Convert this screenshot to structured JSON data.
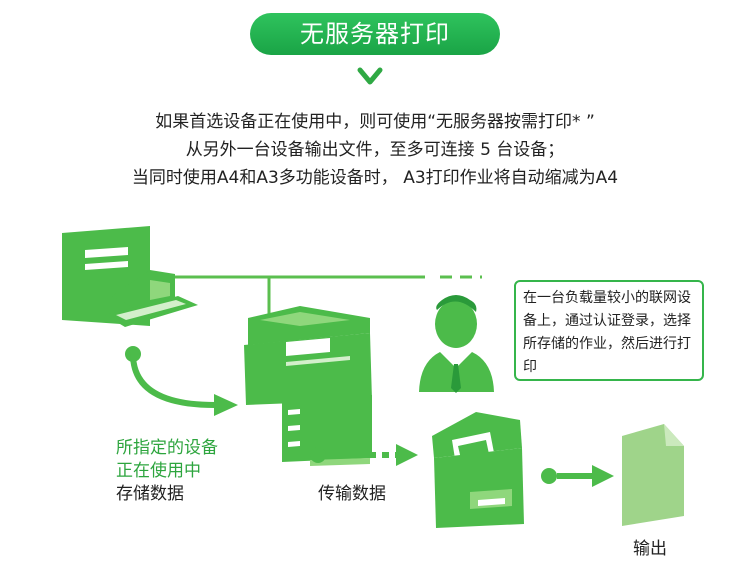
{
  "title": "无服务器打印",
  "intro": [
    "如果首选设备正在使用中，则可使用“无服务器按需打印* ”",
    "从另外一台设备输出文件，至多可连接 5 台设备；",
    "当同时使用A4和A3多功能设备时， A3打印作业将自动缩减为A4"
  ],
  "callout": "在一台负载量较小的联网设备上，通过认证登录，选择所存储的作业，然后进行打印",
  "labels": {
    "stored_line1": "所指定的设备",
    "stored_line2": "正在使用中",
    "stored_line3": "存储数据",
    "transfer": "传输数据",
    "output": "输出"
  },
  "icons": {
    "pc": "desktop-computer-icon",
    "mfp_large": "multifunction-printer-icon",
    "user": "user-icon",
    "mfp_small": "printer-icon",
    "document": "document-icon"
  },
  "colors": {
    "title_green": "#1fb04f",
    "icon_green": "#4cbb4a",
    "document_green": "#9fd48a",
    "text_green": "#2da53e"
  }
}
